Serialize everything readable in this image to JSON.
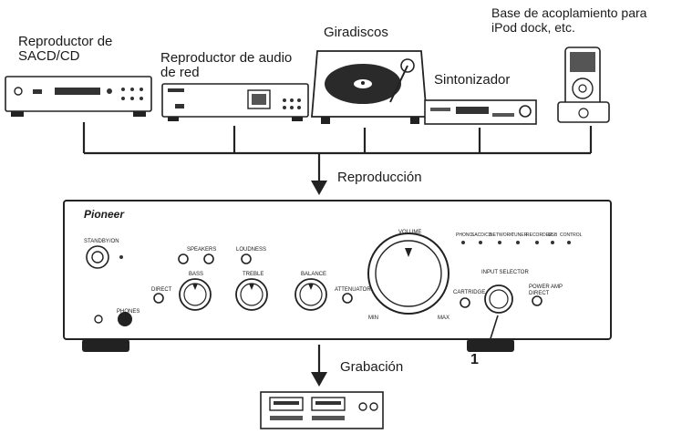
{
  "devices": {
    "sacd_cd": "Reproductor de\nSACD/CD",
    "network": "Reproductor de audio\nde red",
    "turntable": "Giradiscos",
    "tuner": "Sintonizador",
    "dock": "Base de acoplamiento para\niPod dock, etc."
  },
  "flow": {
    "playback": "Reproducción",
    "recording": "Grabación"
  },
  "amplifier": {
    "brand": "Pioneer",
    "standby": "STANDBY/ON",
    "phones": "PHONES",
    "speakers": "SPEAKERS",
    "loudness": "LOUDNESS",
    "bass": "BASS",
    "treble": "TREBLE",
    "balance": "BALANCE",
    "direct": "DIRECT",
    "attenuator": "ATTENUATOR",
    "volume": "VOLUME",
    "vol_min": "MIN",
    "vol_max": "MAX",
    "cartridge": "CARTRIDGE",
    "input_selector": "INPUT SELECTOR",
    "power_amp_direct": "POWER AMP\nDIRECT",
    "inputs": [
      "PHONO",
      "SACD/CD",
      "NETWORK",
      "TUNER",
      "RECORDER",
      "USB",
      "CONTROL"
    ]
  },
  "callout": "1"
}
